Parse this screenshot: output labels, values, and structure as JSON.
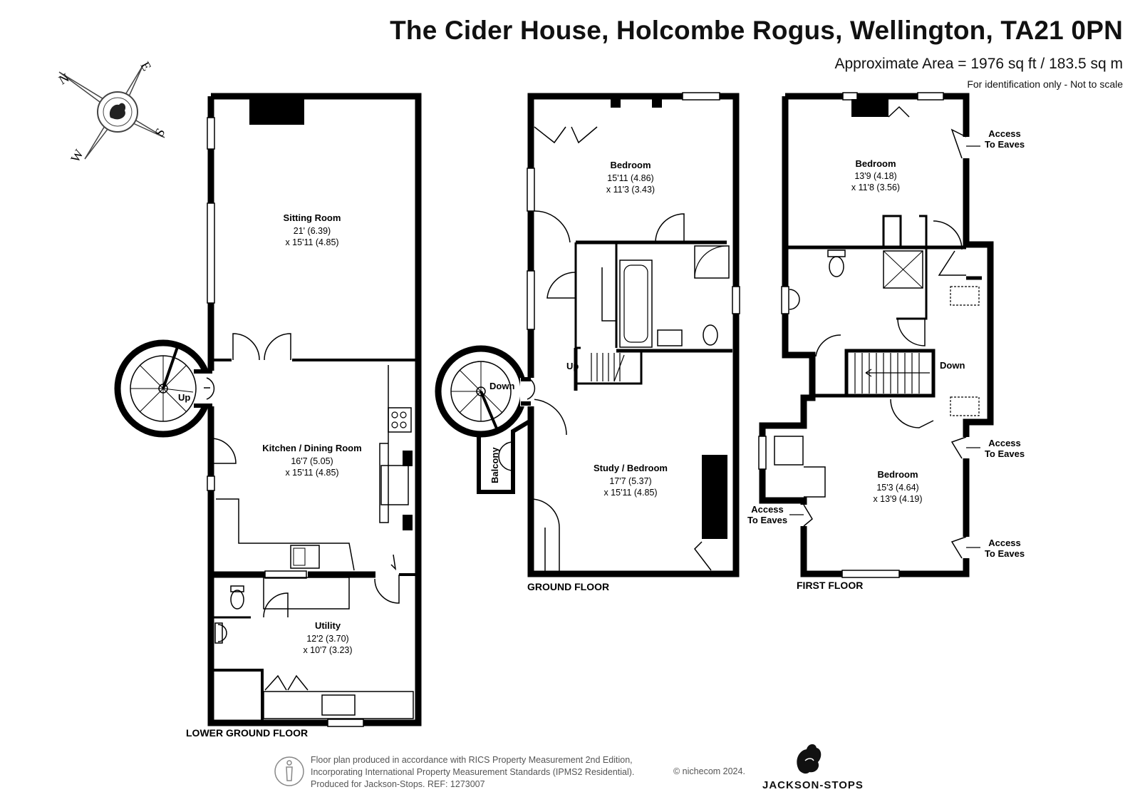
{
  "header": {
    "title": "The Cider House, Holcombe Rogus, Wellington, TA21 0PN",
    "area": "Approximate Area = 1976 sq ft / 183.5 sq m",
    "note": "For identification only - Not to scale"
  },
  "compass": {
    "n": "N",
    "e": "E",
    "s": "S",
    "w": "W"
  },
  "floors": {
    "lower": {
      "label": "LOWER GROUND FLOOR",
      "sitting": {
        "name": "Sitting Room",
        "dim1": "21' (6.39)",
        "dim2": "x 15'11 (4.85)"
      },
      "kitchen": {
        "name": "Kitchen / Dining Room",
        "dim1": "16'7 (5.05)",
        "dim2": "x 15'11 (4.85)"
      },
      "utility": {
        "name": "Utility",
        "dim1": "12'2 (3.70)",
        "dim2": "x 10'7 (3.23)"
      },
      "up": "Up"
    },
    "ground": {
      "label": "GROUND FLOOR",
      "bedroom": {
        "name": "Bedroom",
        "dim1": "15'11 (4.86)",
        "dim2": "x 11'3 (3.43)"
      },
      "study": {
        "name": "Study / Bedroom",
        "dim1": "17'7 (5.37)",
        "dim2": "x 15'11 (4.85)"
      },
      "down": "Down",
      "up": "Up",
      "balcony": "Balcony"
    },
    "first": {
      "label": "FIRST FLOOR",
      "bedroom1": {
        "name": "Bedroom",
        "dim1": "13'9 (4.18)",
        "dim2": "x 11'8 (3.56)"
      },
      "bedroom2": {
        "name": "Bedroom",
        "dim1": "15'3 (4.64)",
        "dim2": "x 13'9 (4.19)"
      },
      "down": "Down",
      "eaves1": {
        "l1": "Access",
        "l2": "To Eaves"
      },
      "eaves2": {
        "l1": "Access",
        "l2": "To Eaves"
      },
      "eaves3": {
        "l1": "Access",
        "l2": "To Eaves"
      },
      "eaves4": {
        "l1": "Access",
        "l2": "To Eaves"
      }
    }
  },
  "footer": {
    "line1": "Floor plan produced in accordance with RICS Property Measurement 2nd Edition,",
    "line2": "Incorporating International Property Measurement Standards (IPMS2 Residential).",
    "line3": "Produced for Jackson-Stops.   REF: 1273007",
    "copyright": "© nichecom 2024.",
    "brand": "JACKSON-STOPS"
  },
  "colors": {
    "wall": "#000000",
    "footer_text": "#555555"
  }
}
